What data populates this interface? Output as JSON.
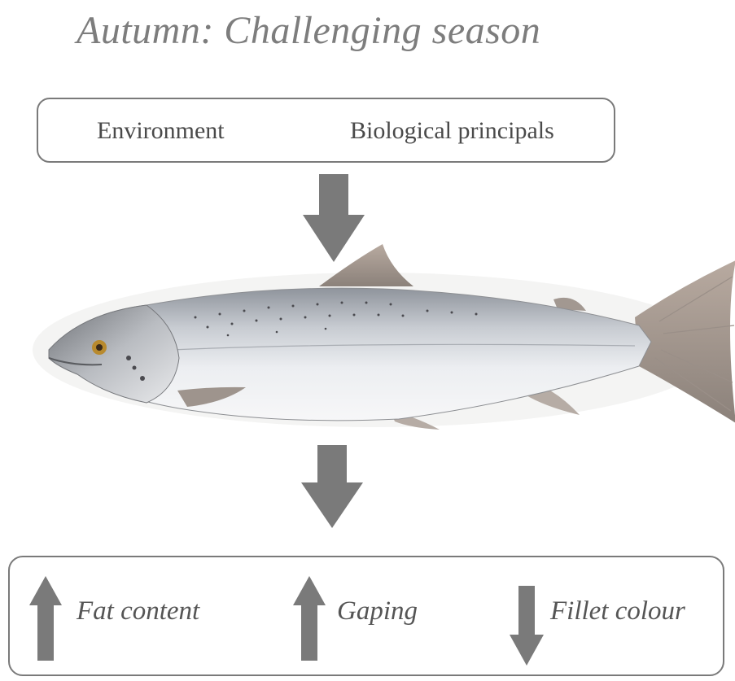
{
  "title": "Autumn: Challenging season",
  "inputs": {
    "left": "Environment",
    "right": "Biological principals"
  },
  "outputs": [
    {
      "label": "Fat content",
      "direction": "up"
    },
    {
      "label": "Gaping",
      "direction": "up"
    },
    {
      "label": "Fillet colour",
      "direction": "down"
    }
  ],
  "colors": {
    "arrow": "#7a7a7a",
    "border": "#7a7a7a",
    "title": "#7d7d7d"
  },
  "fish_image": "salmon-illustration"
}
